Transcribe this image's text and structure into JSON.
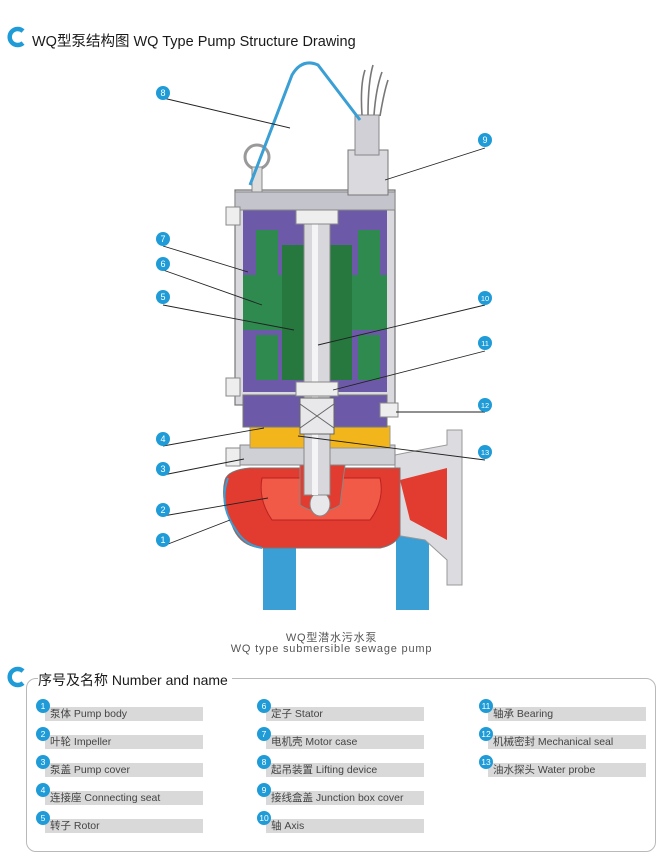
{
  "header": {
    "title": "WQ型泵结构图 WQ Type Pump Structure Drawing"
  },
  "diagram": {
    "callouts": [
      "8",
      "9",
      "7",
      "6",
      "5",
      "10",
      "11",
      "12",
      "4",
      "13",
      "3",
      "2",
      "1"
    ]
  },
  "caption": {
    "line1": "WQ型潜水污水泵",
    "line2": "WQ type submersible sewage pump"
  },
  "legend": {
    "title": "序号及名称 Number and name",
    "items": [
      {
        "num": "1",
        "text": "泵体 Pump body"
      },
      {
        "num": "2",
        "text": "叶轮 Impeller"
      },
      {
        "num": "3",
        "text": "泵盖 Pump cover"
      },
      {
        "num": "4",
        "text": "连接座 Connecting seat"
      },
      {
        "num": "5",
        "text": "转子 Rotor"
      },
      {
        "num": "6",
        "text": "定子 Stator"
      },
      {
        "num": "7",
        "text": "电机壳 Motor case"
      },
      {
        "num": "8",
        "text": "起吊装置 Lifting device"
      },
      {
        "num": "9",
        "text": "接线盒盖 Junction box cover"
      },
      {
        "num": "10",
        "text": "轴 Axis"
      },
      {
        "num": "11",
        "text": "轴承 Bearing"
      },
      {
        "num": "12",
        "text": "机械密封 Mechanical seal"
      },
      {
        "num": "13",
        "text": "油水探头 Water probe"
      }
    ]
  },
  "colors": {
    "accent_blue": "#1f9bd7",
    "stator_green": "#2e8a4e",
    "motor_purple": "#6c5aa8",
    "seal_yellow": "#f2b51c",
    "pump_red": "#e23b30",
    "pipe_blue": "#3a9fd4"
  }
}
